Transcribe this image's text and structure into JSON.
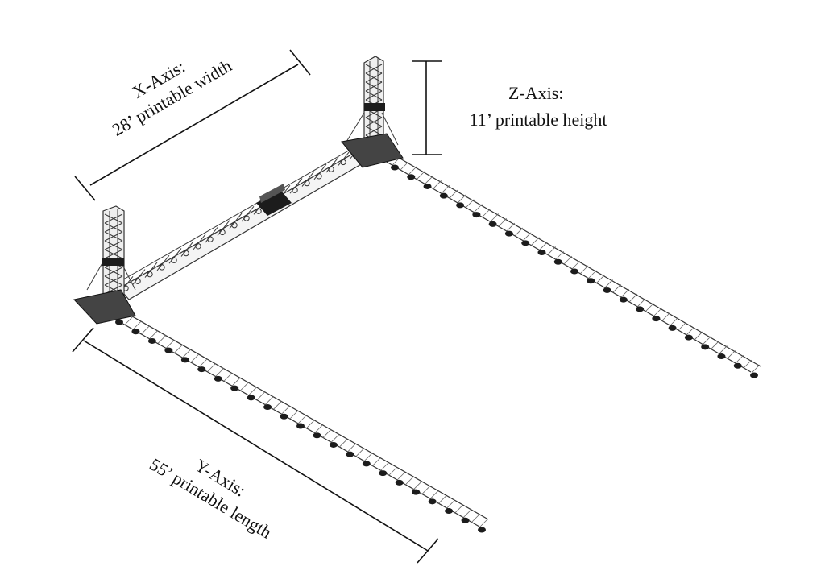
{
  "labels": {
    "x_axis": {
      "title": "X-Axis:",
      "detail": "28’ printable width"
    },
    "y_axis": {
      "title": "Y-Axis:",
      "detail": "55’ printable length"
    },
    "z_axis": {
      "title": "Z-Axis:",
      "detail": "11’ printable height"
    }
  },
  "colors": {
    "ink": "#111111",
    "background": "#ffffff"
  }
}
